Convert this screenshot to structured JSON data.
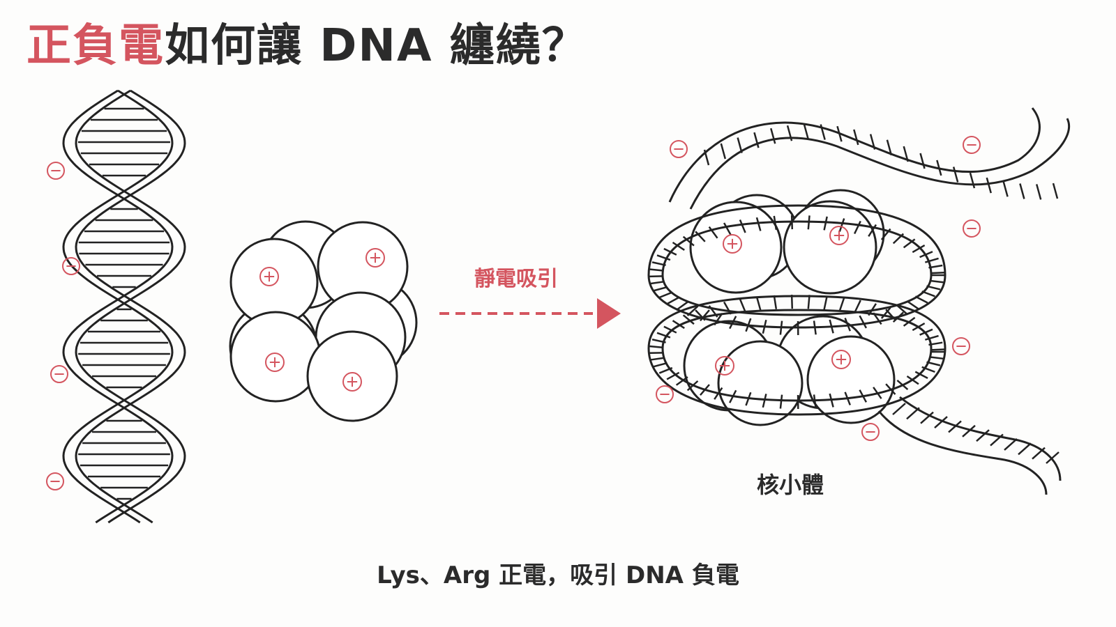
{
  "title": {
    "highlight": "正負電",
    "rest": "如何讓 DNA 纏繞？"
  },
  "labels": {
    "arrow": "靜電吸引",
    "nucleosome": "核小體",
    "caption": "Lys、Arg 正電，吸引 DNA 負電"
  },
  "symbols": {
    "negative": "minus-charge",
    "positive": "plus-charge"
  },
  "colors": {
    "accent": "#d4555f",
    "ink": "#2b2b2b"
  }
}
